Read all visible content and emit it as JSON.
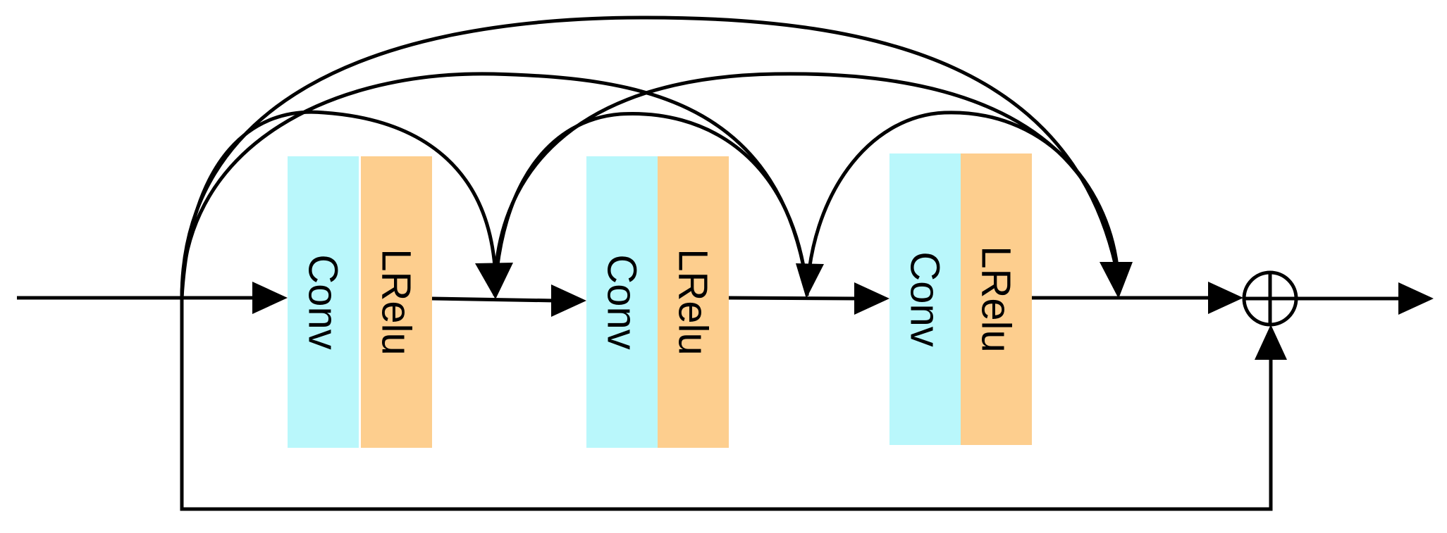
{
  "colors": {
    "conv": "#b9f7fb",
    "lrelu": "#fdce8e",
    "line": "#000000",
    "background": "#ffffff"
  },
  "blocks": [
    {
      "conv_label": "Conv",
      "act_label": "LRelu"
    },
    {
      "conv_label": "Conv",
      "act_label": "LRelu"
    },
    {
      "conv_label": "Conv",
      "act_label": "LRelu"
    }
  ],
  "sum_node": {
    "icon": "circle-plus-icon"
  }
}
